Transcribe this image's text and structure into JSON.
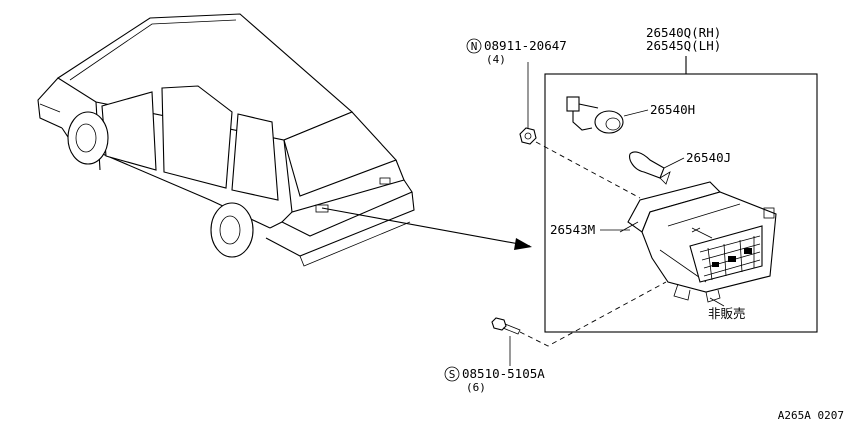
{
  "parts": {
    "assembly_rh": "26540Q(RH)",
    "assembly_lh": "26545Q(LH)",
    "socket": "26540H",
    "bulb": "26540J",
    "housing": "26543M",
    "nut_circle": "N",
    "nut_number": "08911-20647",
    "nut_qty": "(4)",
    "screw_circle": "S",
    "screw_number": "08510-5105A",
    "screw_qty": "(6)",
    "note": "非販売"
  },
  "figure_code": "A265A 0207"
}
